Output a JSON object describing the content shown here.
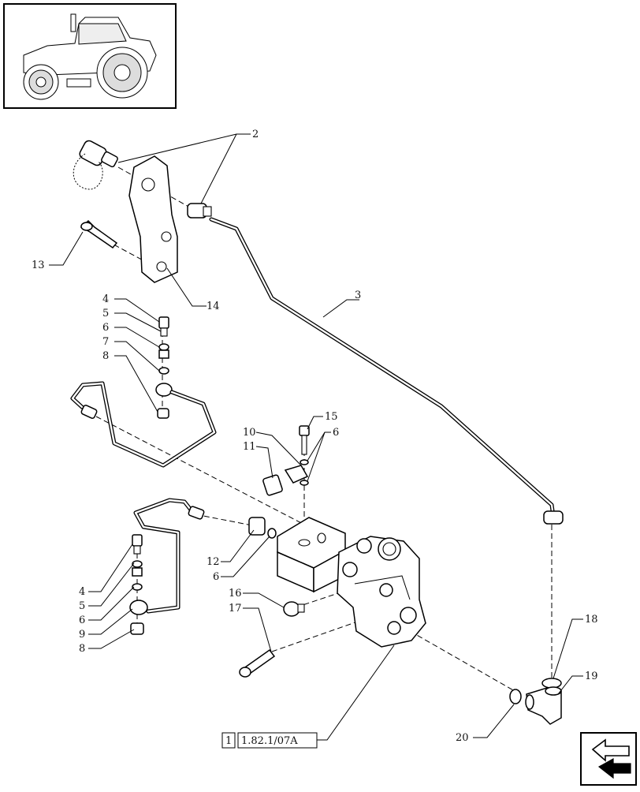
{
  "callouts": {
    "c2": "2",
    "c3": "3",
    "c4a": "4",
    "c5a": "5",
    "c6a": "6",
    "c7": "7",
    "c8a": "8",
    "c10": "10",
    "c11": "11",
    "c15": "15",
    "c6b": "6",
    "c12": "12",
    "c6c": "6",
    "c13": "13",
    "c14": "14",
    "c4b": "4",
    "c5b": "5",
    "c6d": "6",
    "c9": "9",
    "c8b": "8",
    "c16": "16",
    "c17": "17",
    "c18": "18",
    "c19": "19",
    "c20": "20"
  },
  "reference": {
    "index": "1",
    "code": "1.82.1/07A"
  },
  "icons": {
    "thumbnail": "tractor-thumbnail-icon",
    "navigation": "next-page-arrow-icon"
  }
}
